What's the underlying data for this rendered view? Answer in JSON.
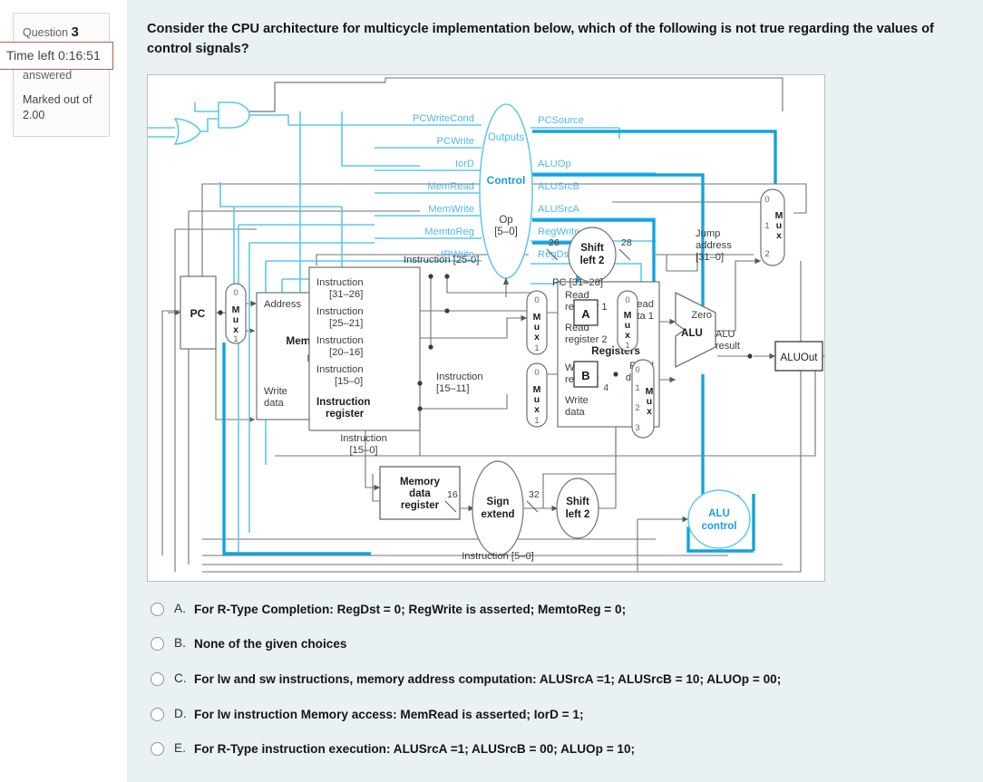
{
  "sidebar": {
    "question_label": "Question",
    "question_number": "3",
    "answer_state": "Not yet answered",
    "marked_out_of": "Marked out of 2.00",
    "time_left": "Time left 0:16:51"
  },
  "question": {
    "text": "Consider the CPU architecture for multicycle implementation below, which of the following is not true regarding the values of control signals?"
  },
  "colors": {
    "control_blue": "#5bc8f0",
    "bus_blue": "#14a3e0",
    "wire_grey": "#6d7377",
    "label_dark": "#3b3b3b",
    "content_bg": "#e9f1f3",
    "timer_border": "#c05a4d"
  },
  "figure": {
    "alt": "Multicycle MIPS datapath and control",
    "control_inputs": [
      "PCWriteCond",
      "PCWrite",
      "IorD",
      "MemRead",
      "MemWrite",
      "MemtoReg",
      "IRWrite"
    ],
    "control_outputs": [
      "PCSource",
      "ALUOp",
      "ALUSrcB",
      "ALUSrcA",
      "RegWrite",
      "RegDst"
    ],
    "control_block": {
      "outputs_label": "Outputs",
      "title": "Control",
      "op_label": "Op",
      "op_range": "[5–0]"
    },
    "blocks": {
      "pc": "PC",
      "memory_title": "Memory",
      "memory_address": "Address",
      "memory_memdata": "MemData",
      "memory_write_data": "Write\ndata",
      "memory_write_data_l1": "Write",
      "memory_write_data_l2": "data",
      "instruction_register": "Instruction\nregister",
      "instruction_register_l1": "Instruction",
      "instruction_register_l2": "register",
      "memory_data_register_l1": "Memory",
      "memory_data_register_l2": "data",
      "memory_data_register_l3": "register",
      "registers_title": "Registers",
      "read_register_1_l1": "Read",
      "read_register_1_l2": "register 1",
      "read_register_2_l1": "Read",
      "read_register_2_l2": "register 2",
      "write_register_l1": "Write",
      "write_register_l2": "register",
      "write_data_l1": "Write",
      "write_data_l2": "data",
      "read_data_1_l1": "Read",
      "read_data_1_l2": "data 1",
      "read_data_2_l1": "Read",
      "read_data_2_l2": "data 2",
      "reg_a": "A",
      "reg_b": "B",
      "alu": "ALU",
      "alu_zero": "Zero",
      "alu_result_l1": "ALU",
      "alu_result_l2": "result",
      "aluout": "ALUOut",
      "alu_control_l1": "ALU",
      "alu_control_l2": "control",
      "sign_extend_l1": "Sign",
      "sign_extend_l2": "extend",
      "shift_left_2_l1": "Shift",
      "shift_left_2_l2": "left 2",
      "shift_left_2_top_l1": "Shift",
      "shift_left_2_top_l2": "left 2",
      "mux": "Mux"
    },
    "labels": {
      "instruction_25_0": "Instruction [25-0]",
      "instruction_31_26_l1": "Instruction",
      "instruction_31_26_l2": "[31–26]",
      "instruction_25_21_l1": "Instruction",
      "instruction_25_21_l2": "[25–21]",
      "instruction_20_16_l1": "Instruction",
      "instruction_20_16_l2": "[20–16]",
      "instruction_15_0_l1": "Instruction",
      "instruction_15_0_l2": "[15–0]",
      "instruction_15_0_b_l1": "Instruction",
      "instruction_15_0_b_l2": "[15–0]",
      "instruction_15_11_l1": "Instruction",
      "instruction_15_11_l2": "[15–11]",
      "instruction_5_0": "Instruction [5–0]",
      "jump_address_l1": "Jump",
      "jump_address_l2": "address",
      "jump_address_l3": "[31–0]",
      "pc_31_28": "PC [31–28]",
      "bits_26": "26",
      "bits_28": "28",
      "bits_16": "16",
      "bits_32": "32",
      "const_4": "4",
      "mux_0": "0",
      "mux_1": "1",
      "mux_2": "2",
      "mux_3": "3"
    }
  },
  "answers": {
    "options": [
      {
        "letter": "A.",
        "text": "For R-Type Completion: RegDst = 0; RegWrite is asserted; MemtoReg = 0;",
        "selected": false
      },
      {
        "letter": "B.",
        "text": "None of the given choices",
        "selected": false
      },
      {
        "letter": "C.",
        "text": "For lw and sw instructions, memory address computation: ALUSrcA =1; ALUSrcB = 10; ALUOp = 00;",
        "selected": false
      },
      {
        "letter": "D.",
        "text": "For lw instruction Memory access: MemRead is asserted; IorD = 1;",
        "selected": false
      },
      {
        "letter": "E.",
        "text": "For R-Type instruction execution: ALUSrcA =1; ALUSrcB = 00; ALUOp = 10;",
        "selected": false
      }
    ]
  }
}
